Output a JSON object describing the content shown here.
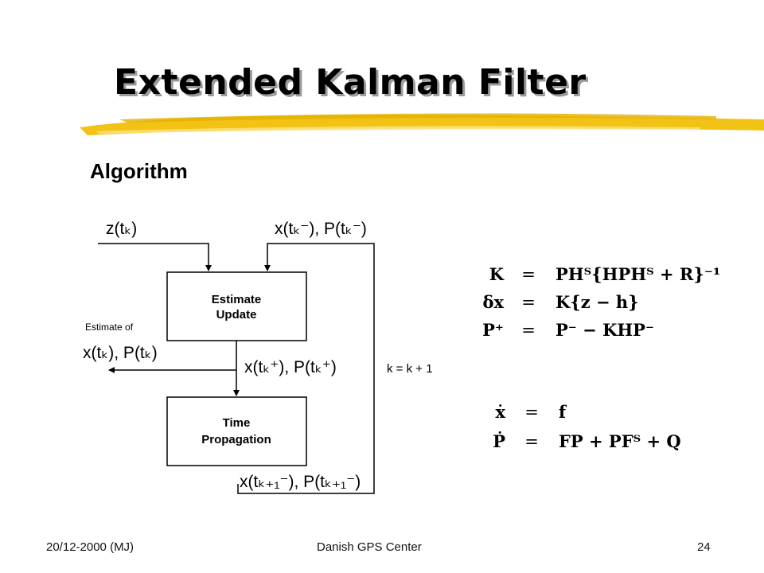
{
  "title": "Extended Kalman Filter",
  "subtitle": "Algorithm",
  "diagram": {
    "inputs": {
      "measurement": "z(tₖ)",
      "prior": "x(tₖ⁻), P(tₖ⁻)"
    },
    "estimate_box": {
      "line1": "Estimate",
      "line2": "Update"
    },
    "propagation_box": {
      "line1": "Time",
      "line2": "Propagation"
    },
    "output_label": "Estimate of",
    "output_state": "x(tₖ), P(tₖ)",
    "posterior": "x(tₖ⁺), P(tₖ⁺)",
    "propagated": "x(tₖ₊₁⁻), P(tₖ₊₁⁻)",
    "loop_label": "k = k + 1"
  },
  "equations": {
    "update": [
      {
        "lhs": "K",
        "op": "=",
        "rhs": "PHᵀ{HPHᵀ + R}⁻¹"
      },
      {
        "lhs": "δx",
        "op": "=",
        "rhs": "K{z − h}"
      },
      {
        "lhs": "P⁺",
        "op": "=",
        "rhs": "P⁻ − KHP⁻"
      }
    ],
    "propagation": [
      {
        "lhs": "ẋ",
        "op": "=",
        "rhs": "f"
      },
      {
        "lhs": "Ṗ",
        "op": "=",
        "rhs": "FP + PFᵀ + Q"
      }
    ]
  },
  "footer": {
    "date": "20/12-2000 (MJ)",
    "center": "Danish GPS Center",
    "page": "24"
  },
  "colors": {
    "brush": "#f2c315",
    "brush_dark": "#d9a400"
  }
}
